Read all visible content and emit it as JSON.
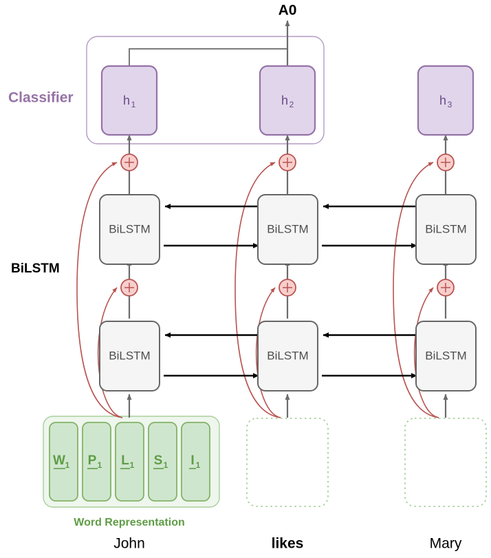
{
  "figure": {
    "type": "neural-network-architecture-diagram",
    "output_label": "A0",
    "side_labels": {
      "classifier": "Classifier",
      "bilstm": "BiLSTM",
      "word_representation": "Word Representation"
    },
    "colors": {
      "classifier_fill": "#e1d5ec",
      "classifier_stroke": "#9673a6",
      "classifier_group_stroke": "#b39ac4",
      "lstm_fill": "#f5f5f5",
      "lstm_stroke": "#666666",
      "word_fill": "#d5e8d4",
      "word_stroke": "#82b366",
      "word_group_stroke": "#a8cf9c",
      "plus_fill": "#f8cecc",
      "plus_stroke": "#b85450",
      "skip_curve": "#b85450",
      "arrow_black": "#000000",
      "arrow_gray": "#808080",
      "text_black": "#000000"
    }
  },
  "columns": [
    {
      "id": "col-1",
      "word": "John",
      "word_bold": false,
      "hidden_label": "h",
      "hidden_sub": "1",
      "lstm_label_upper": "BiLSTM",
      "lstm_label_lower": "BiLSTM",
      "has_word_representation": true,
      "word_representation_slots": [
        {
          "letter": "W",
          "sub": "1"
        },
        {
          "letter": "P",
          "sub": "1"
        },
        {
          "letter": "L",
          "sub": "1"
        },
        {
          "letter": "S",
          "sub": "1"
        },
        {
          "letter": "I",
          "sub": "1"
        }
      ]
    },
    {
      "id": "col-2",
      "word": "likes",
      "word_bold": true,
      "hidden_label": "h",
      "hidden_sub": "2",
      "lstm_label_upper": "BiLSTM",
      "lstm_label_lower": "BiLSTM",
      "has_word_representation": false,
      "word_representation_slots": []
    },
    {
      "id": "col-3",
      "word": "Mary",
      "word_bold": false,
      "hidden_label": "h",
      "hidden_sub": "3",
      "lstm_label_upper": "BiLSTM",
      "lstm_label_lower": "BiLSTM",
      "has_word_representation": false,
      "word_representation_slots": []
    }
  ],
  "glyphs": {
    "plus": "+"
  }
}
